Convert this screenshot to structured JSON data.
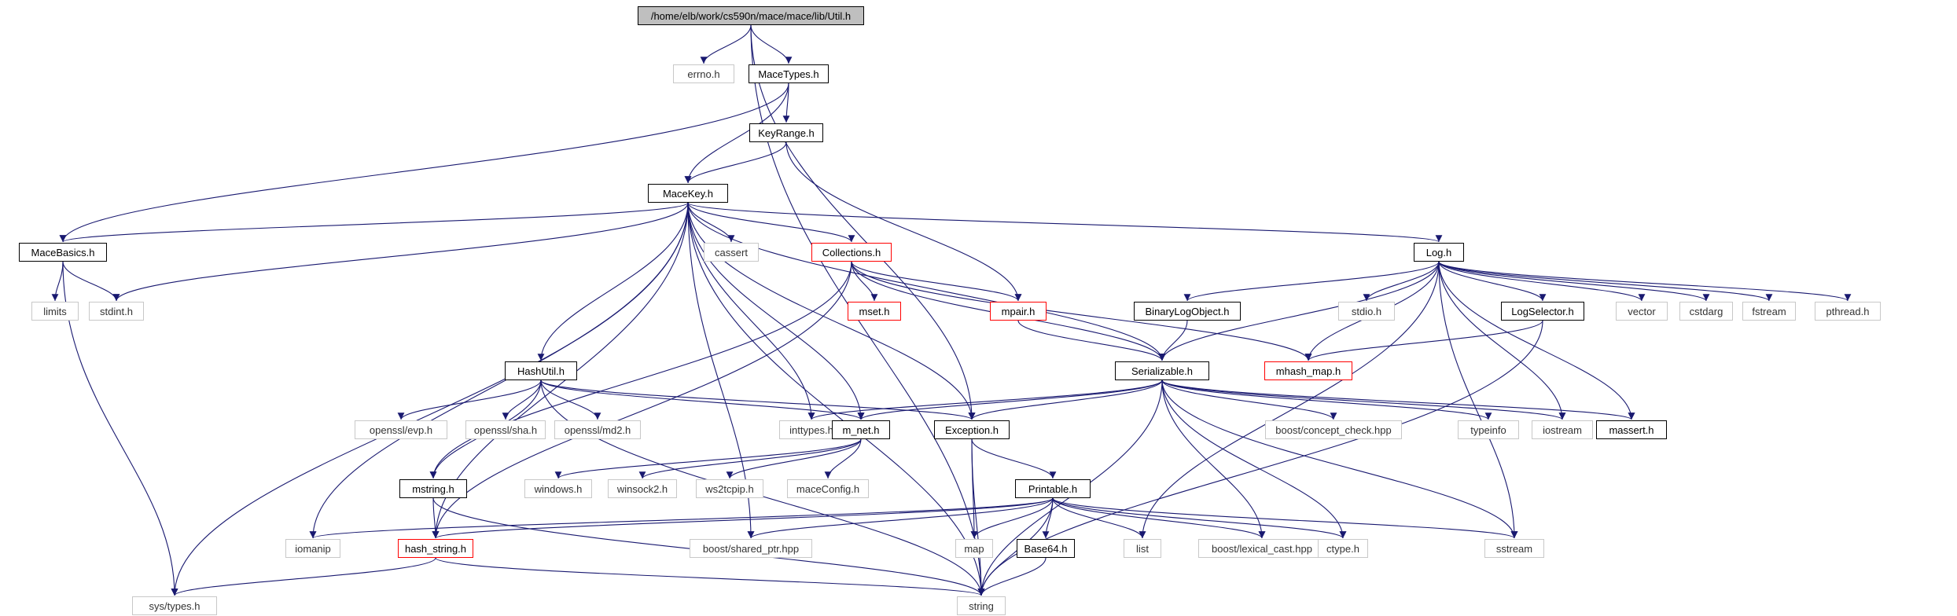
{
  "graph": {
    "nodes": [
      {
        "id": "util",
        "label": "/home/elb/work/cs590n/mace/mace/lib/Util.h",
        "style": "root"
      },
      {
        "id": "errno",
        "label": "errno.h",
        "style": "std"
      },
      {
        "id": "macetypes",
        "label": "MaceTypes.h",
        "style": "doc"
      },
      {
        "id": "keyrange",
        "label": "KeyRange.h",
        "style": "doc"
      },
      {
        "id": "macekey",
        "label": "MaceKey.h",
        "style": "doc"
      },
      {
        "id": "macebasics",
        "label": "MaceBasics.h",
        "style": "doc"
      },
      {
        "id": "limits",
        "label": "limits",
        "style": "std"
      },
      {
        "id": "stdint",
        "label": "stdint.h",
        "style": "std"
      },
      {
        "id": "cassert",
        "label": "cassert",
        "style": "std"
      },
      {
        "id": "collections",
        "label": "Collections.h",
        "style": "red"
      },
      {
        "id": "mset",
        "label": "mset.h",
        "style": "red"
      },
      {
        "id": "mpair",
        "label": "mpair.h",
        "style": "red"
      },
      {
        "id": "log",
        "label": "Log.h",
        "style": "doc"
      },
      {
        "id": "binarylog",
        "label": "BinaryLogObject.h",
        "style": "doc"
      },
      {
        "id": "stdio",
        "label": "stdio.h",
        "style": "std"
      },
      {
        "id": "logselector",
        "label": "LogSelector.h",
        "style": "doc"
      },
      {
        "id": "vector",
        "label": "vector",
        "style": "std"
      },
      {
        "id": "cstdarg",
        "label": "cstdarg",
        "style": "std"
      },
      {
        "id": "fstream",
        "label": "fstream",
        "style": "std"
      },
      {
        "id": "pthread",
        "label": "pthread.h",
        "style": "std"
      },
      {
        "id": "mhashmap",
        "label": "mhash_map.h",
        "style": "red"
      },
      {
        "id": "serializable",
        "label": "Serializable.h",
        "style": "doc"
      },
      {
        "id": "hashutil",
        "label": "HashUtil.h",
        "style": "doc"
      },
      {
        "id": "evp",
        "label": "openssl/evp.h",
        "style": "std"
      },
      {
        "id": "sha",
        "label": "openssl/sha.h",
        "style": "std"
      },
      {
        "id": "md2",
        "label": "openssl/md2.h",
        "style": "std"
      },
      {
        "id": "inttypes",
        "label": "inttypes.h",
        "style": "std"
      },
      {
        "id": "mnet",
        "label": "m_net.h",
        "style": "doc"
      },
      {
        "id": "exception",
        "label": "Exception.h",
        "style": "doc"
      },
      {
        "id": "conceptcheck",
        "label": "boost/concept_check.hpp",
        "style": "std"
      },
      {
        "id": "typeinfo",
        "label": "typeinfo",
        "style": "std"
      },
      {
        "id": "iostream",
        "label": "iostream",
        "style": "std"
      },
      {
        "id": "massert",
        "label": "massert.h",
        "style": "doc"
      },
      {
        "id": "mstring",
        "label": "mstring.h",
        "style": "doc"
      },
      {
        "id": "windows",
        "label": "windows.h",
        "style": "std"
      },
      {
        "id": "winsock2",
        "label": "winsock2.h",
        "style": "std"
      },
      {
        "id": "ws2tcpip",
        "label": "ws2tcpip.h",
        "style": "std"
      },
      {
        "id": "maceconfig",
        "label": "maceConfig.h",
        "style": "std"
      },
      {
        "id": "printable",
        "label": "Printable.h",
        "style": "doc"
      },
      {
        "id": "iomanip",
        "label": "iomanip",
        "style": "std"
      },
      {
        "id": "hashstring",
        "label": "hash_string.h",
        "style": "red"
      },
      {
        "id": "sharedptr",
        "label": "boost/shared_ptr.hpp",
        "style": "std"
      },
      {
        "id": "map",
        "label": "map",
        "style": "std"
      },
      {
        "id": "base64",
        "label": "Base64.h",
        "style": "doc"
      },
      {
        "id": "list",
        "label": "list",
        "style": "std"
      },
      {
        "id": "lexicalcast",
        "label": "boost/lexical_cast.hpp",
        "style": "std"
      },
      {
        "id": "ctype",
        "label": "ctype.h",
        "style": "std"
      },
      {
        "id": "sstream",
        "label": "sstream",
        "style": "std"
      },
      {
        "id": "systypes",
        "label": "sys/types.h",
        "style": "std"
      },
      {
        "id": "string",
        "label": "string",
        "style": "std"
      }
    ],
    "edges": [
      [
        "util",
        "errno"
      ],
      [
        "util",
        "macetypes"
      ],
      [
        "util",
        "exception"
      ],
      [
        "util",
        "string"
      ],
      [
        "macetypes",
        "keyrange"
      ],
      [
        "macetypes",
        "macekey"
      ],
      [
        "macetypes",
        "macebasics"
      ],
      [
        "keyrange",
        "macekey"
      ],
      [
        "keyrange",
        "mpair"
      ],
      [
        "macekey",
        "macebasics"
      ],
      [
        "macekey",
        "stdint"
      ],
      [
        "macekey",
        "cassert"
      ],
      [
        "macekey",
        "collections"
      ],
      [
        "macekey",
        "log"
      ],
      [
        "macekey",
        "serializable"
      ],
      [
        "macekey",
        "hashutil"
      ],
      [
        "macekey",
        "inttypes"
      ],
      [
        "macekey",
        "mnet"
      ],
      [
        "macekey",
        "exception"
      ],
      [
        "macekey",
        "iomanip"
      ],
      [
        "macekey",
        "sharedptr"
      ],
      [
        "macekey",
        "string"
      ],
      [
        "macekey",
        "systypes"
      ],
      [
        "macekey",
        "hashstring"
      ],
      [
        "macebasics",
        "limits"
      ],
      [
        "macebasics",
        "stdint"
      ],
      [
        "macebasics",
        "systypes"
      ],
      [
        "collections",
        "mset"
      ],
      [
        "collections",
        "mpair"
      ],
      [
        "collections",
        "mhashmap"
      ],
      [
        "collections",
        "mstring"
      ],
      [
        "collections",
        "hashstring"
      ],
      [
        "collections",
        "serializable"
      ],
      [
        "mpair",
        "serializable"
      ],
      [
        "log",
        "binarylog"
      ],
      [
        "log",
        "stdio"
      ],
      [
        "log",
        "logselector"
      ],
      [
        "log",
        "vector"
      ],
      [
        "log",
        "cstdarg"
      ],
      [
        "log",
        "fstream"
      ],
      [
        "log",
        "pthread"
      ],
      [
        "log",
        "mhashmap"
      ],
      [
        "log",
        "serializable"
      ],
      [
        "log",
        "iostream"
      ],
      [
        "log",
        "massert"
      ],
      [
        "log",
        "list"
      ],
      [
        "log",
        "sstream"
      ],
      [
        "binarylog",
        "serializable"
      ],
      [
        "logselector",
        "mhashmap"
      ],
      [
        "logselector",
        "string"
      ],
      [
        "serializable",
        "mnet"
      ],
      [
        "serializable",
        "exception"
      ],
      [
        "serializable",
        "conceptcheck"
      ],
      [
        "serializable",
        "typeinfo"
      ],
      [
        "serializable",
        "iostream"
      ],
      [
        "serializable",
        "massert"
      ],
      [
        "serializable",
        "lexicalcast"
      ],
      [
        "serializable",
        "ctype"
      ],
      [
        "serializable",
        "sstream"
      ],
      [
        "serializable",
        "string"
      ],
      [
        "serializable",
        "inttypes"
      ],
      [
        "hashutil",
        "evp"
      ],
      [
        "hashutil",
        "sha"
      ],
      [
        "hashutil",
        "md2"
      ],
      [
        "hashutil",
        "mstring"
      ],
      [
        "hashutil",
        "exception"
      ],
      [
        "hashutil",
        "string"
      ],
      [
        "hashutil",
        "mnet"
      ],
      [
        "mnet",
        "windows"
      ],
      [
        "mnet",
        "winsock2"
      ],
      [
        "mnet",
        "ws2tcpip"
      ],
      [
        "mnet",
        "maceconfig"
      ],
      [
        "exception",
        "printable"
      ],
      [
        "exception",
        "map"
      ],
      [
        "exception",
        "string"
      ],
      [
        "mstring",
        "hashstring"
      ],
      [
        "mstring",
        "string"
      ],
      [
        "printable",
        "iomanip"
      ],
      [
        "printable",
        "hashstring"
      ],
      [
        "printable",
        "sharedptr"
      ],
      [
        "printable",
        "map"
      ],
      [
        "printable",
        "base64"
      ],
      [
        "printable",
        "list"
      ],
      [
        "printable",
        "lexicalcast"
      ],
      [
        "printable",
        "ctype"
      ],
      [
        "printable",
        "sstream"
      ],
      [
        "printable",
        "string"
      ],
      [
        "base64",
        "string"
      ],
      [
        "hashstring",
        "systypes"
      ],
      [
        "hashstring",
        "string"
      ]
    ],
    "colors": {
      "edge": "#191970",
      "root_fill": "#bfbfbf",
      "std_border": "#c8c8c8",
      "red_border": "#ff0000",
      "doc_border": "#000000"
    }
  }
}
